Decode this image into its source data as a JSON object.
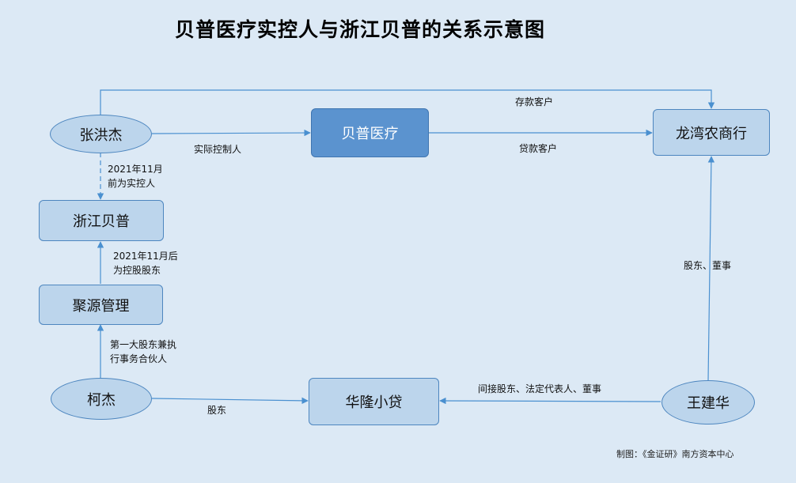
{
  "title": "贝普医疗实控人与浙江贝普的关系示意图",
  "nodes": {
    "zhang": "张洪杰",
    "beipu_yiliao": "贝普医疗",
    "longwan": "龙湾农商行",
    "zhejiang_beipu": "浙江贝普",
    "juyuan": "聚源管理",
    "kejie": "柯杰",
    "hualong": "华隆小贷",
    "wangjianhua": "王建华"
  },
  "edges": {
    "deposit": "存款客户",
    "actual_control": "实际控制人",
    "loan": "贷款客户",
    "before_2021_line1": "2021年11月",
    "before_2021_line2": "前为实控人",
    "after_2021_line1": "2021年11月后",
    "after_2021_line2": "为控股股东",
    "first_shareholder_line1": "第一大股东兼执",
    "first_shareholder_line2": "行事务合伙人",
    "shareholder_director": "股东、董事",
    "indirect": "间接股东、法定代表人、董事",
    "shareholder": "股东"
  },
  "credit": "制图：《金证研》南方资本中心",
  "colors": {
    "background": "#dce9f5",
    "node_fill": "#bcd5ec",
    "node_dark_fill": "#5b93cf",
    "border": "#4d86bf",
    "arrow": "#4a90d0"
  }
}
